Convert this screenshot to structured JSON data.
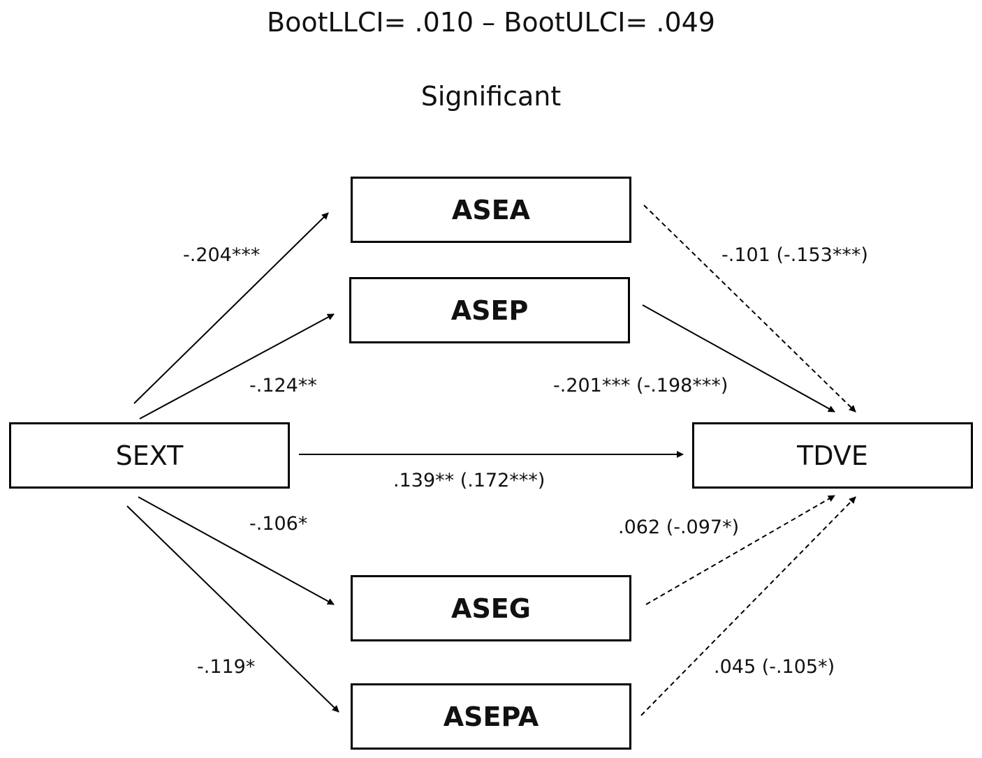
{
  "header": {
    "ci_text": "BootLLCI= .010 – BootULCI= .049",
    "significance": "Significant"
  },
  "nodes": {
    "sext": "SEXT",
    "tdve": "TDVE",
    "asea": "ASEA",
    "asep": "ASEP",
    "aseg": "ASEG",
    "asepa": "ASEPA"
  },
  "paths": {
    "sext_asea": "-.204***",
    "sext_asep": "-.124**",
    "sext_aseg": "-.106*",
    "sext_asepa": "-.119*",
    "asea_tdve": "-.101 (-.153***)",
    "asep_tdve": "-.201*** (-.198***)",
    "aseg_tdve": ".062 (-.097*)",
    "asepa_tdve": ".045 (-.105*)",
    "sext_tdve": ".139** (.172***)"
  }
}
